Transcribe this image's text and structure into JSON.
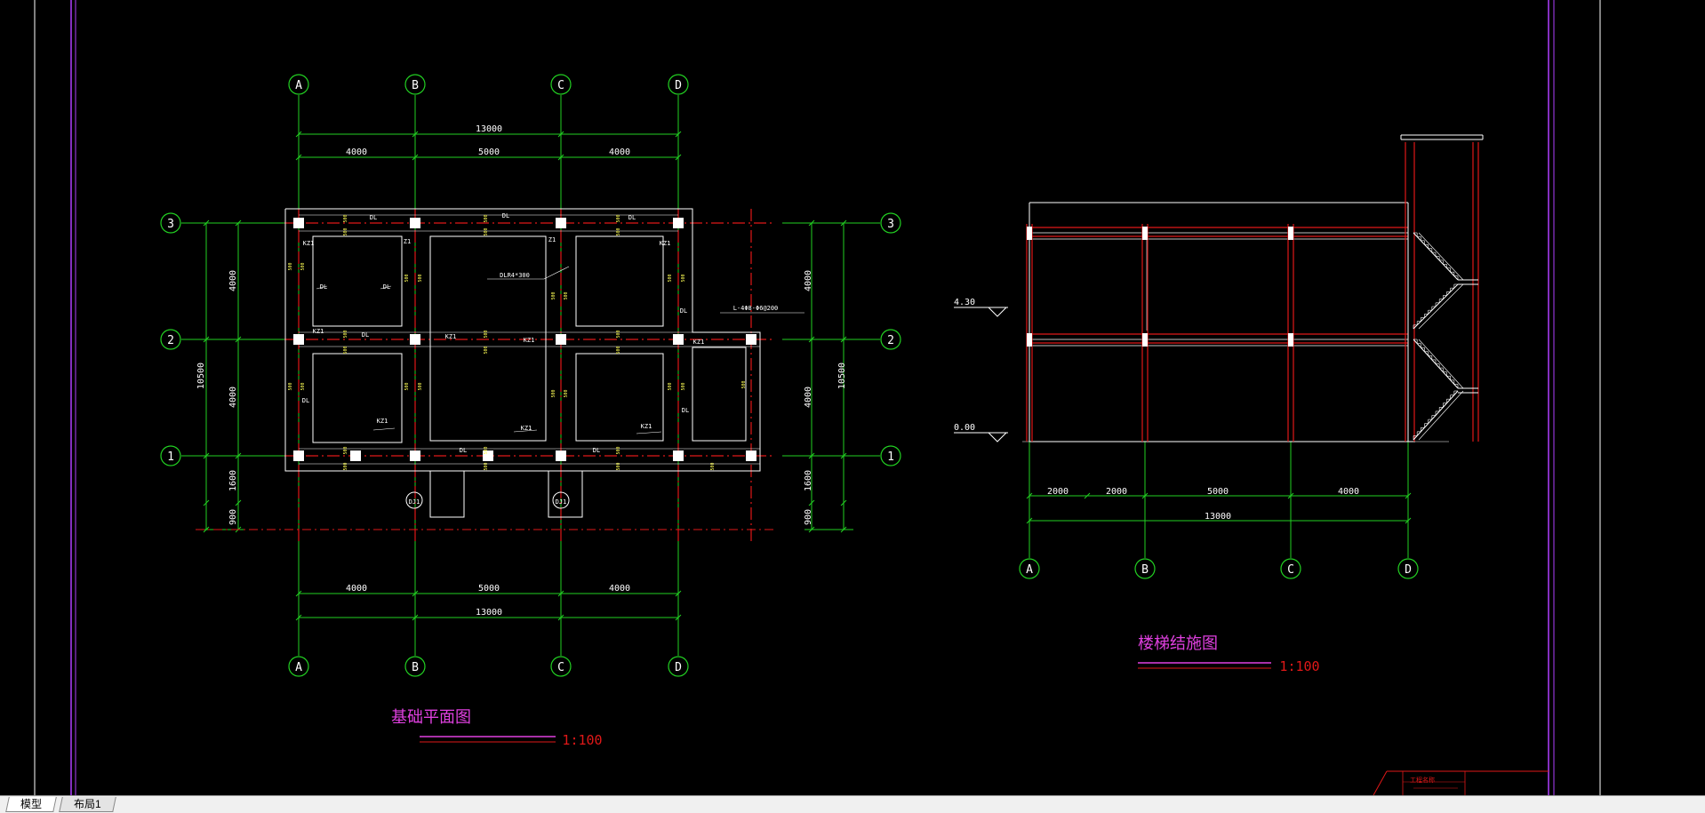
{
  "colors": {
    "background": "#000000",
    "axis": "#22d022",
    "wall": "#ffffff",
    "beam": "#e01818",
    "dim": "#22d022",
    "title": "#e040e0",
    "scale": "#e01818",
    "text": "#ffffff",
    "small": "#ffff55",
    "frame": "#b040ff"
  },
  "plan": {
    "title": "基础平面图",
    "scale": "1:100",
    "col_labels": [
      "A",
      "B",
      "C",
      "D"
    ],
    "row_labels": [
      "3",
      "2",
      "1"
    ],
    "top_total": "13000",
    "top_spans": [
      "4000",
      "5000",
      "4000"
    ],
    "bottom_spans": [
      "4000",
      "5000",
      "4000"
    ],
    "bottom_total": "13000",
    "left_total": "10500",
    "left_spans": [
      "4000",
      "4000",
      "1600",
      "900"
    ],
    "right_total": "10500",
    "right_spans": [
      "4000",
      "4000",
      "1600",
      "900"
    ],
    "labels": {
      "dl": "DL",
      "kz1": "KZ1",
      "z1": "Z1",
      "dj1": "DJ1",
      "beam_note": "DLR4*300",
      "slab_note": "L-4Φ8-Φ6@200",
      "tick": "500"
    }
  },
  "stair": {
    "title": "楼梯结施图",
    "scale": "1:100",
    "col_labels": [
      "A",
      "B",
      "C",
      "D"
    ],
    "elev_top": "4.30",
    "elev_bottom": "0.00",
    "spans": [
      "2000",
      "2000",
      "5000",
      "4000"
    ],
    "total": "13000"
  },
  "titleblock": {
    "text": "工程名称"
  },
  "tabs": [
    {
      "label": "模型",
      "active": true
    },
    {
      "label": "布局1",
      "active": false
    }
  ]
}
